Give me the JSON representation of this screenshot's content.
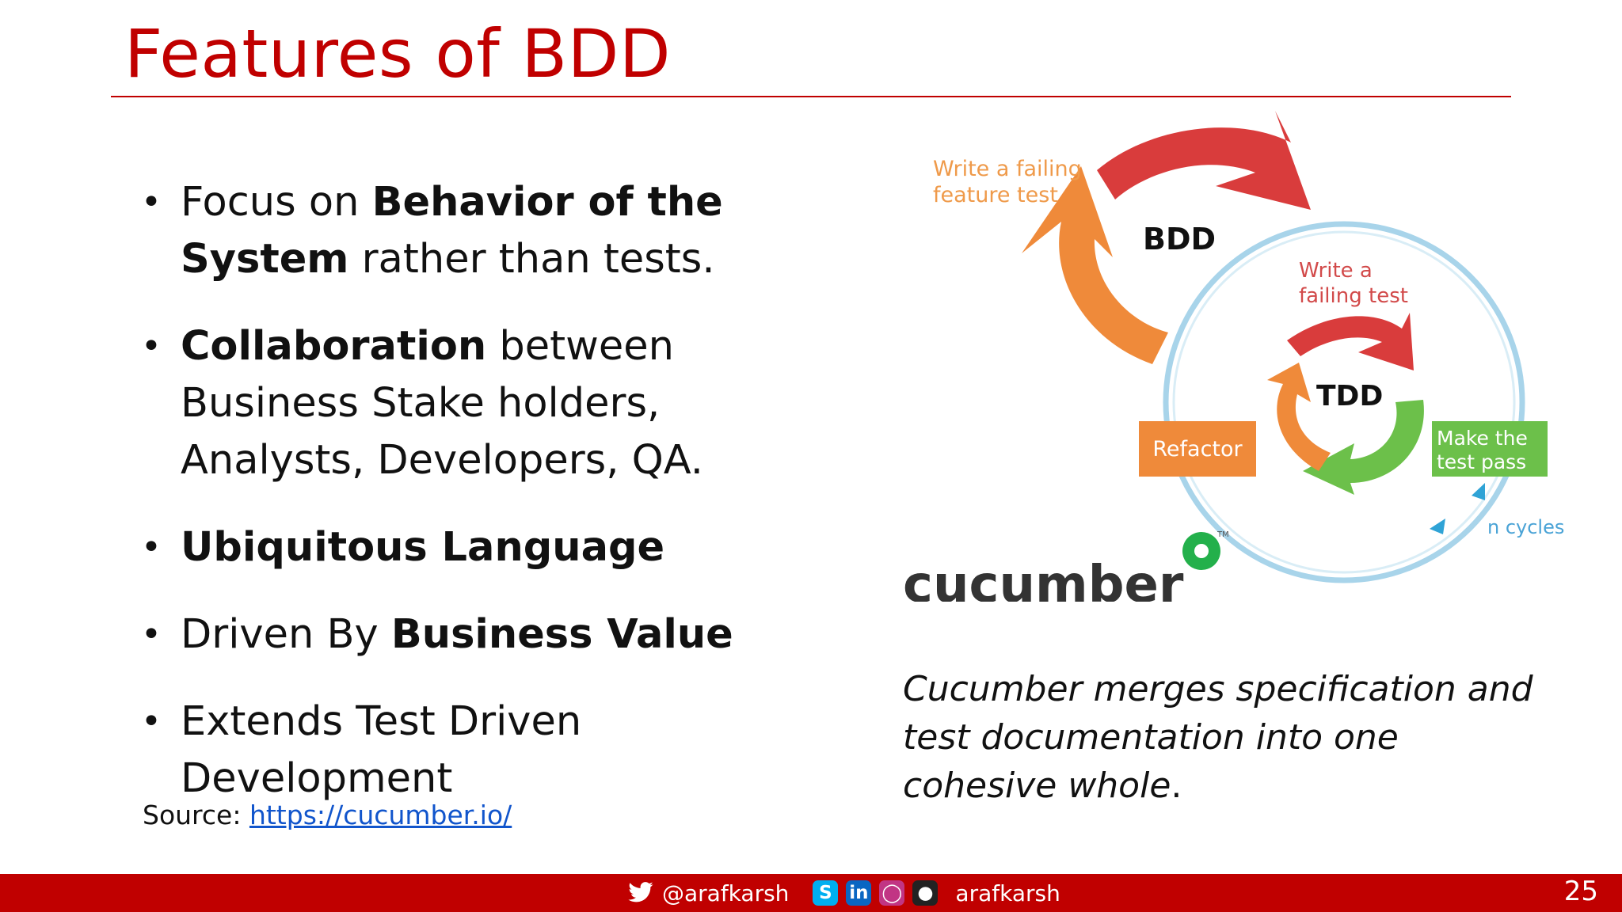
{
  "slide": {
    "title": "Features of BDD",
    "page_number": "25"
  },
  "bullets": [
    {
      "pre": "Focus on ",
      "bold": "Behavior of the System",
      "post": " rather than tests."
    },
    {
      "pre": "",
      "bold": "Collaboration",
      "post": " between Business Stake holders, Analysts, Developers, QA."
    },
    {
      "pre": "",
      "bold": "Ubiquitous Language",
      "post": ""
    },
    {
      "pre": "Driven By ",
      "bold": "Business Value",
      "post": ""
    },
    {
      "pre": "Extends Test Driven Development",
      "bold": "",
      "post": ""
    }
  ],
  "source": {
    "label": "Source: ",
    "link": "https://cucumber.io/"
  },
  "diagram": {
    "bdd_label": "BDD",
    "tdd_label": "TDD",
    "write_failing_feature_line1": "Write a failing",
    "write_failing_feature_line2": "feature test",
    "write_failing_line1": "Write a",
    "write_failing_line2": "failing test",
    "refactor": "Refactor",
    "make_pass_line1": "Make the",
    "make_pass_line2": "test pass",
    "cycles": "n cycles",
    "brand": "cucumber",
    "trademark": "TM"
  },
  "quote": {
    "text": "Cucumber merges specification and test documentation into one cohesive whole",
    "end": "."
  },
  "footer": {
    "twitter_handle": "@arafkarsh",
    "social_handle": "arafkarsh"
  },
  "colors": {
    "accent": "#c00000",
    "bdd_arrow_red": "#d93c3c",
    "bdd_arrow_orange": "#ef8a3a",
    "tdd_green": "#6cc04a",
    "cycle_ring": "#a8d4ea",
    "link": "#1155cc"
  }
}
